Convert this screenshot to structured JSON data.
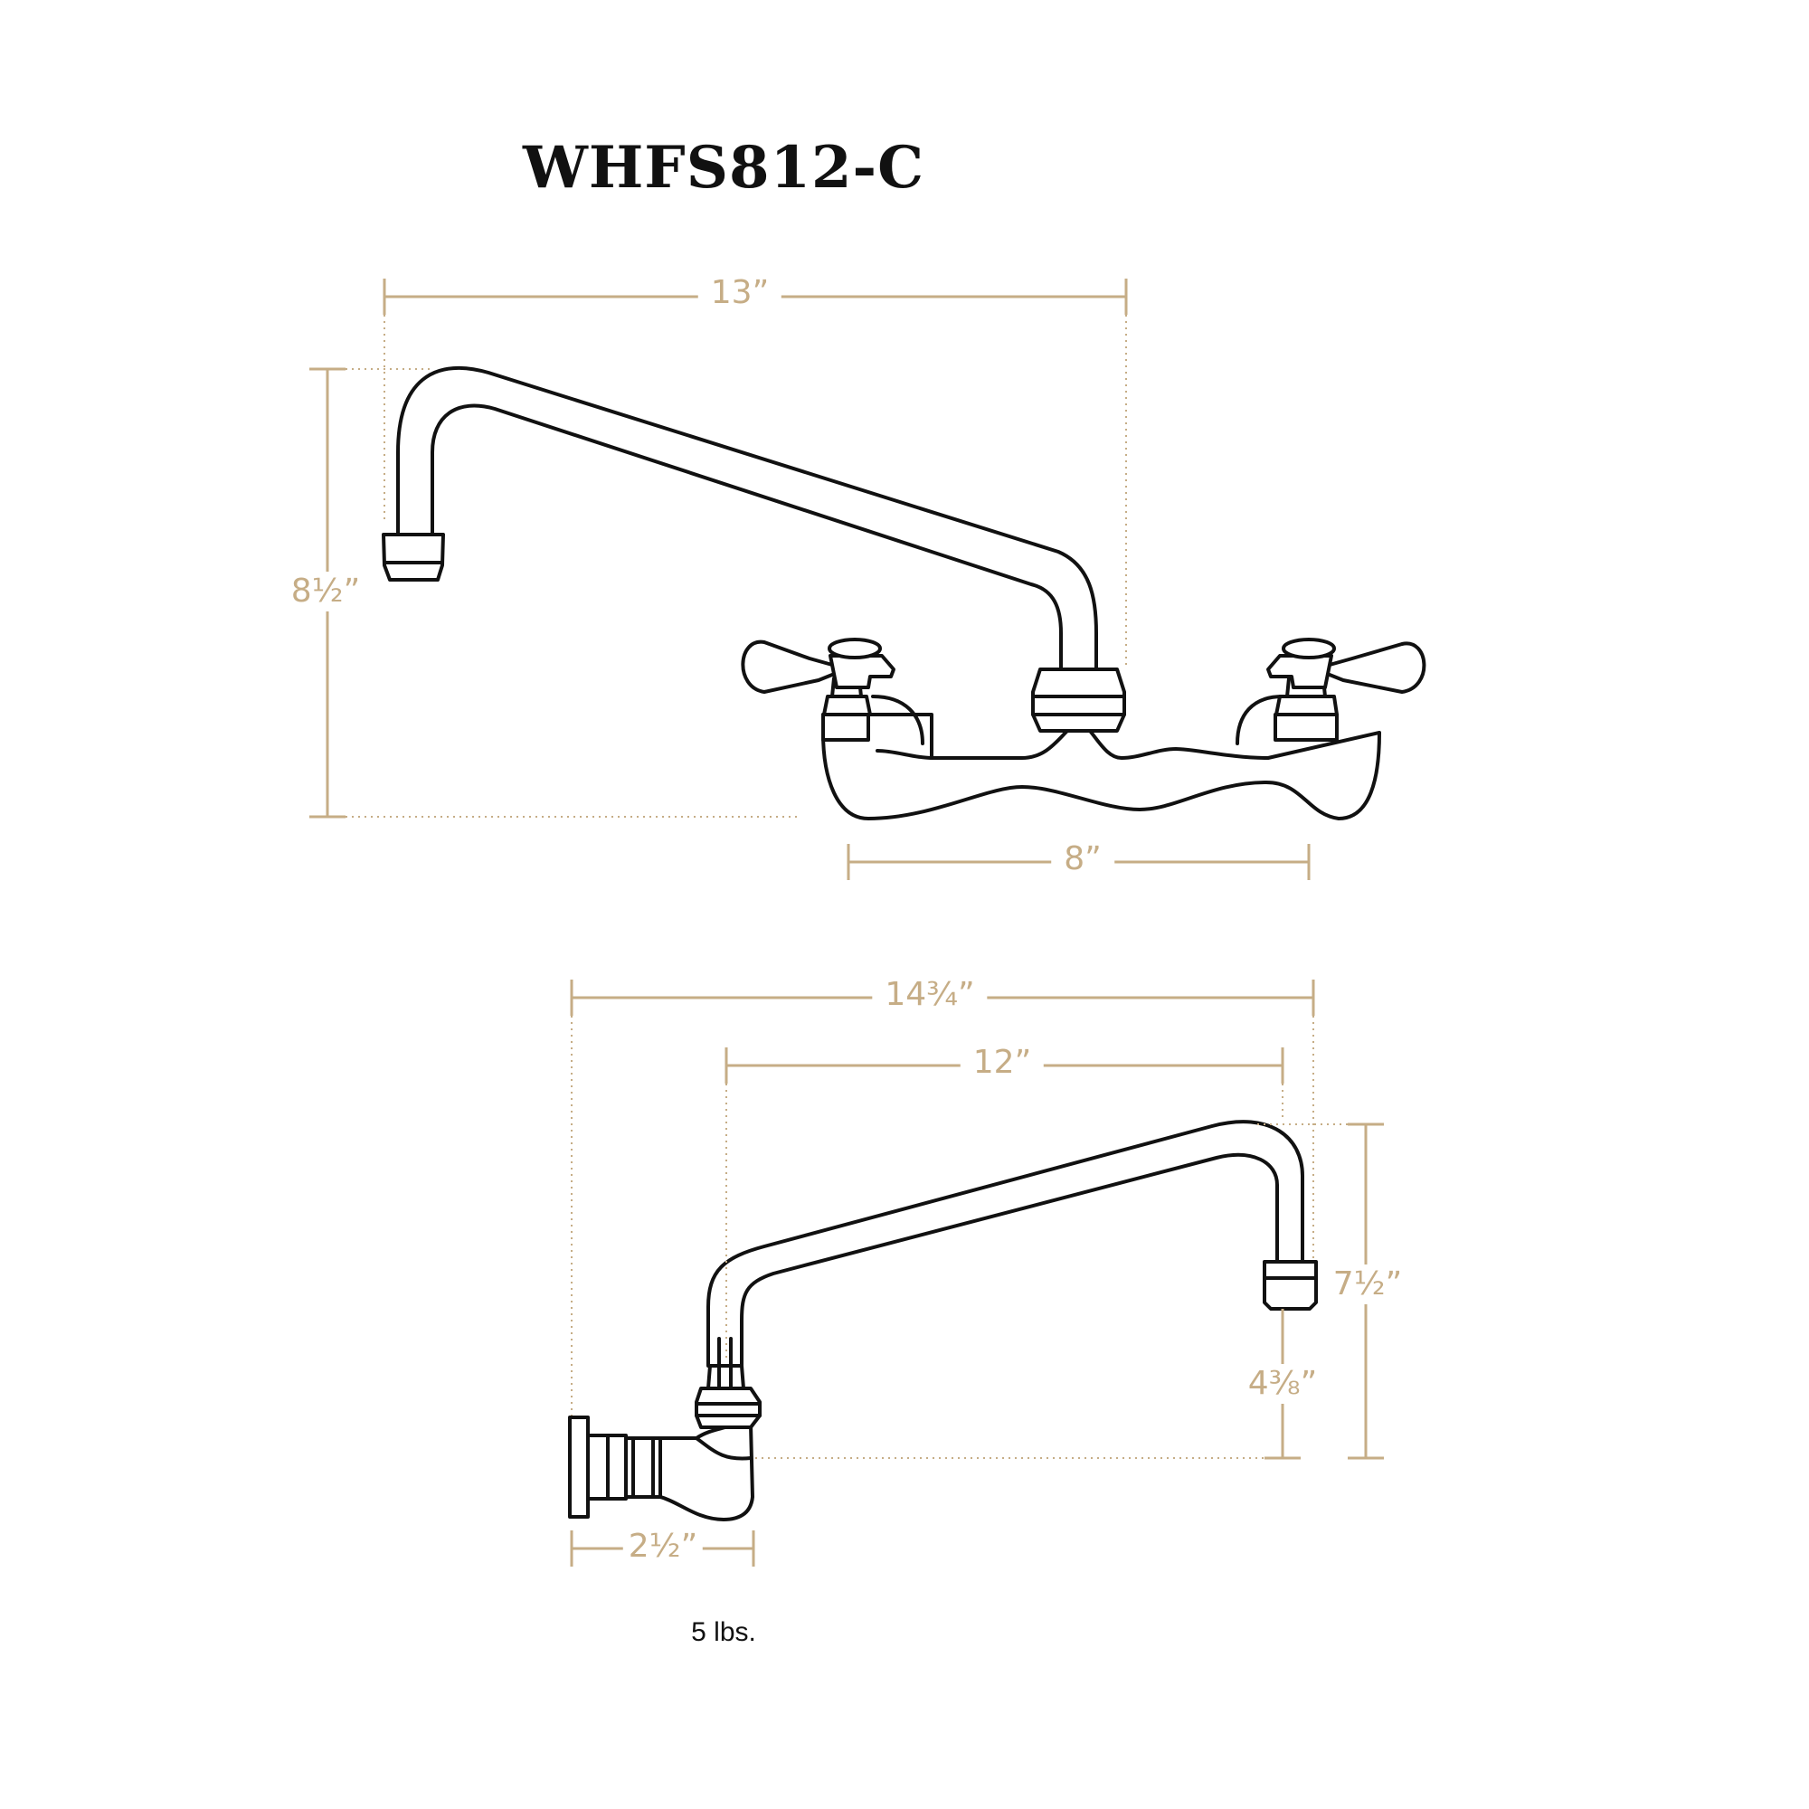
{
  "title": "WHFS812-C",
  "colors": {
    "ink": "#111111",
    "dimension": "#c6ad86"
  },
  "front_view": {
    "spout_reach": "13”",
    "spout_height": "8½”",
    "center_to_center": "8”"
  },
  "side_view": {
    "overall_depth": "14¾”",
    "spout_length": "12”",
    "overall_height": "7½”",
    "outlet_height": "4⅜”",
    "wall_to_swivel": "2½”"
  },
  "weight": "5 lbs."
}
